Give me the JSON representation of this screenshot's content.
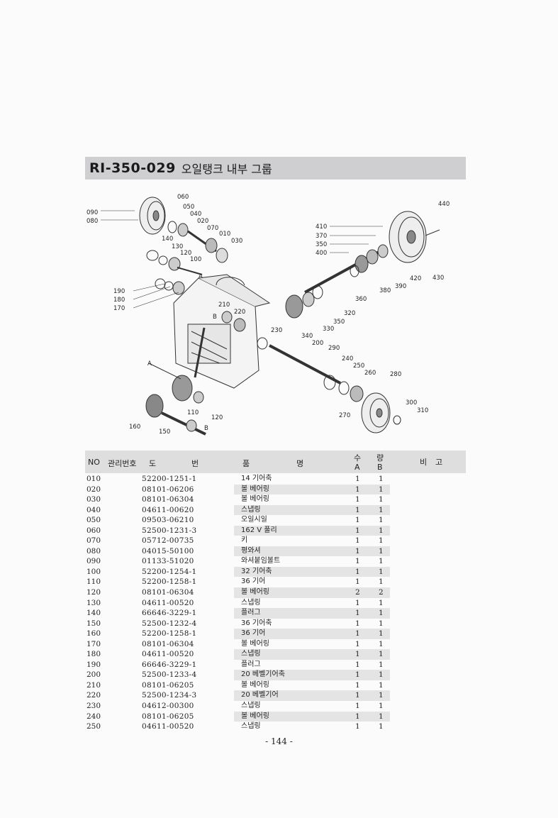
{
  "header": {
    "code": "RI-350-029",
    "name": "오일탱크 내부 그룹"
  },
  "diagram": {
    "labels": [
      "060",
      "050",
      "040",
      "020",
      "070",
      "010",
      "030",
      "090",
      "080",
      "140",
      "130",
      "120",
      "100",
      "190",
      "180",
      "170",
      "210",
      "220",
      "230",
      "200",
      "290",
      "240",
      "250",
      "260",
      "280",
      "270",
      "300",
      "310",
      "A",
      "B",
      "110",
      "120",
      "160",
      "150",
      "B",
      "440",
      "410",
      "370",
      "350",
      "400",
      "360",
      "380",
      "390",
      "420",
      "430",
      "320",
      "350",
      "330",
      "340",
      "A"
    ]
  },
  "table": {
    "headers": {
      "no": "NO",
      "mgmt": "관리번호",
      "drawing_1": "도",
      "drawing_2": "번",
      "name_1": "품",
      "name_2": "명",
      "qty_top": "수",
      "qty_top2": "량",
      "qty_a": "A",
      "qty_b": "B",
      "remark_1": "비",
      "remark_2": "고"
    },
    "rows": [
      {
        "no": "010",
        "part": "52200-1251-1",
        "name": "14 기어축",
        "a": "1",
        "b": "1"
      },
      {
        "no": "020",
        "part": "08101-06206",
        "name": "볼 베어링",
        "a": "1",
        "b": "1"
      },
      {
        "no": "030",
        "part": "08101-06304",
        "name": "볼 베어링",
        "a": "1",
        "b": "1"
      },
      {
        "no": "040",
        "part": "04611-00620",
        "name": "스냅링",
        "a": "1",
        "b": "1"
      },
      {
        "no": "050",
        "part": "09503-06210",
        "name": "오일시일",
        "a": "1",
        "b": "1"
      },
      {
        "no": "060",
        "part": "52500-1231-3",
        "name": "162 V 풀리",
        "a": "1",
        "b": "1"
      },
      {
        "no": "070",
        "part": "05712-00735",
        "name": "키",
        "a": "1",
        "b": "1"
      },
      {
        "no": "080",
        "part": "04015-50100",
        "name": "평와셔",
        "a": "1",
        "b": "1"
      },
      {
        "no": "090",
        "part": "01133-51020",
        "name": "와셔붙임볼트",
        "a": "1",
        "b": "1"
      },
      {
        "no": "100",
        "part": "52200-1254-1",
        "name": "32 기어축",
        "a": "1",
        "b": "1"
      },
      {
        "no": "110",
        "part": "52200-1258-1",
        "name": "36 기어",
        "a": "1",
        "b": "1"
      },
      {
        "no": "120",
        "part": "08101-06304",
        "name": "볼 베어링",
        "a": "2",
        "b": "2"
      },
      {
        "no": "130",
        "part": "04611-00520",
        "name": "스냅링",
        "a": "1",
        "b": "1"
      },
      {
        "no": "140",
        "part": "66646-3229-1",
        "name": "플러그",
        "a": "1",
        "b": "1"
      },
      {
        "no": "150",
        "part": "52500-1232-4",
        "name": "36 기어축",
        "a": "1",
        "b": "1"
      },
      {
        "no": "160",
        "part": "52200-1258-1",
        "name": "36 기어",
        "a": "1",
        "b": "1"
      },
      {
        "no": "170",
        "part": "08101-06304",
        "name": "볼 베어링",
        "a": "1",
        "b": "1"
      },
      {
        "no": "180",
        "part": "04611-00520",
        "name": "스냅링",
        "a": "1",
        "b": "1"
      },
      {
        "no": "190",
        "part": "66646-3229-1",
        "name": "플러그",
        "a": "1",
        "b": "1"
      },
      {
        "no": "200",
        "part": "52500-1233-4",
        "name": "20 베벨기어축",
        "a": "1",
        "b": "1"
      },
      {
        "no": "210",
        "part": "08101-06205",
        "name": "볼 베어링",
        "a": "1",
        "b": "1"
      },
      {
        "no": "220",
        "part": "52500-1234-3",
        "name": "20 베벨기어",
        "a": "1",
        "b": "1"
      },
      {
        "no": "230",
        "part": "04612-00300",
        "name": "스냅링",
        "a": "1",
        "b": "1"
      },
      {
        "no": "240",
        "part": "08101-06205",
        "name": "볼 베어링",
        "a": "1",
        "b": "1"
      },
      {
        "no": "250",
        "part": "04611-00520",
        "name": "스냅링",
        "a": "1",
        "b": "1"
      }
    ]
  },
  "footer": {
    "page": "- 144 -"
  }
}
